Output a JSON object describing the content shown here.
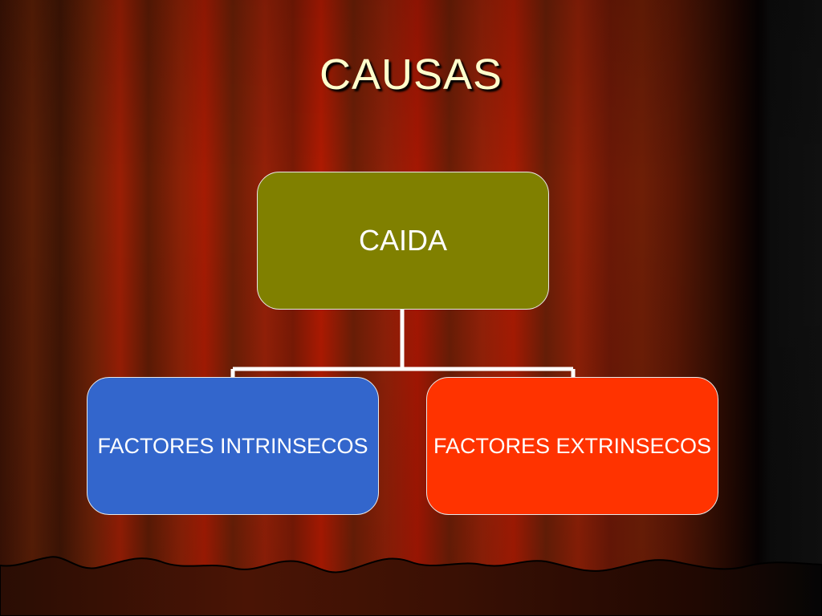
{
  "slide": {
    "title": "CAUSAS"
  },
  "diagram": {
    "root": {
      "label": "CAIDA",
      "color": "#808000"
    },
    "children": [
      {
        "label": "FACTORES INTRINSECOS",
        "color": "#3366cc"
      },
      {
        "label": "FACTORES EXTRINSECOS",
        "color": "#ff3300"
      }
    ]
  }
}
